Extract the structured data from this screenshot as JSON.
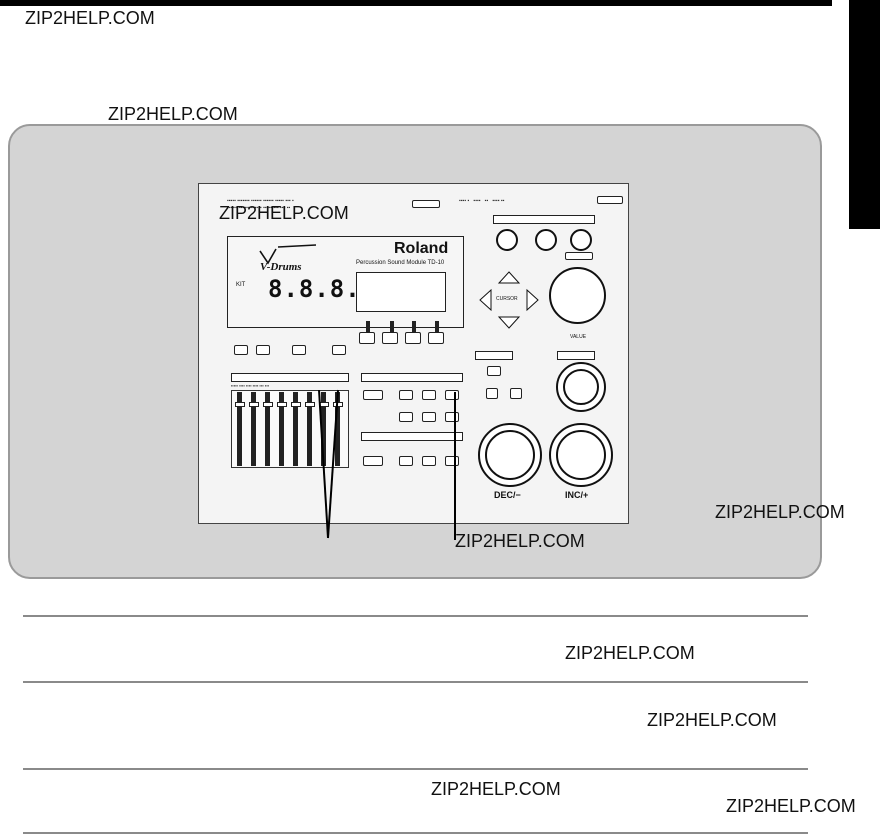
{
  "watermark": "ZIP2HELP.COM",
  "device": {
    "brand": "Roland",
    "logo": "V-Drums",
    "model_line": "Percussion Sound Module TD-10",
    "kit_label": "KIT",
    "led_display": "8.8.8.",
    "cursor_label": "CURSOR",
    "value_label": "VALUE",
    "dec_label": "DEC/−",
    "inc_label": "INC/+",
    "icon_names": [
      "knob-icon",
      "arrow-up-icon",
      "arrow-down-icon",
      "arrow-left-icon",
      "arrow-right-icon"
    ]
  },
  "colors": {
    "panel_bg": "#d4d4d4",
    "device_bg": "#f4f4f4",
    "rule": "#8a8a8a"
  }
}
